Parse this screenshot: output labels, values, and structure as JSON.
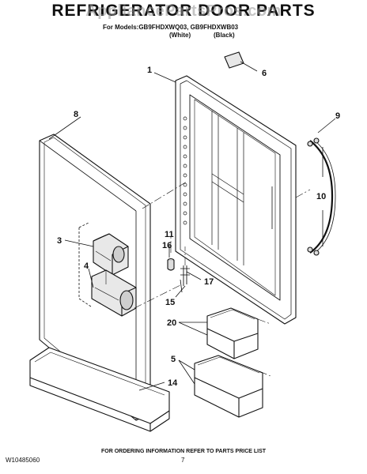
{
  "header": {
    "title": "REFRIGERATOR DOOR PARTS",
    "watermark": "AppliancePartsPros.com",
    "models_line": "For Models:GB9FHDXWQ03, GB9FHDXWB03",
    "variant_white": "(White)",
    "variant_black": "(Black)"
  },
  "callouts": [
    "1",
    "6",
    "8",
    "9",
    "10",
    "3",
    "4",
    "11",
    "16",
    "17",
    "15",
    "20",
    "5",
    "14"
  ],
  "footer": {
    "order_info": "FOR ORDERING INFORMATION REFER TO PARTS PRICE LIST",
    "doc_number": "W10485060",
    "page_number": "7"
  }
}
